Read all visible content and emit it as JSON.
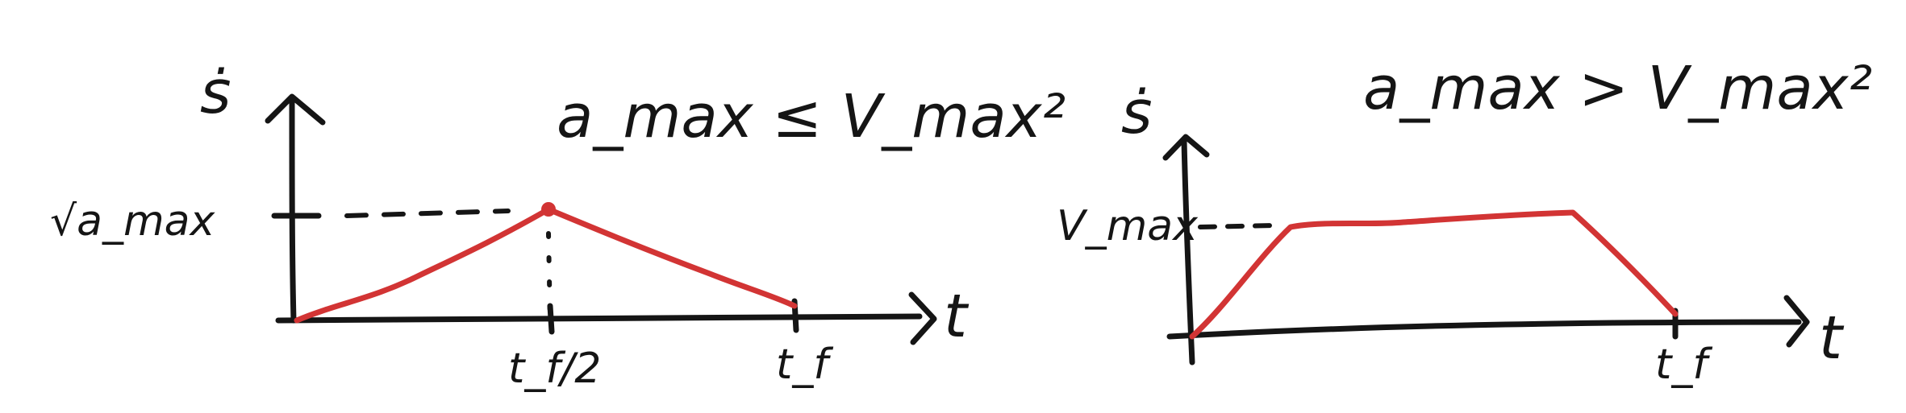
{
  "left_plot": {
    "y_axis_label": "ṡ",
    "x_axis_label": "t",
    "condition": "a_max ≤ V_max²",
    "y_tick_label": "√a_max",
    "x_tick_mid": "t_f/2",
    "x_tick_end": "t_f"
  },
  "right_plot": {
    "y_axis_label": "ṡ",
    "x_axis_label": "t",
    "condition": "a_max > V_max²",
    "y_tick_label": "V_max",
    "x_tick_end": "t_f"
  },
  "colors": {
    "ink": "#151515",
    "profile": "#d23434"
  }
}
